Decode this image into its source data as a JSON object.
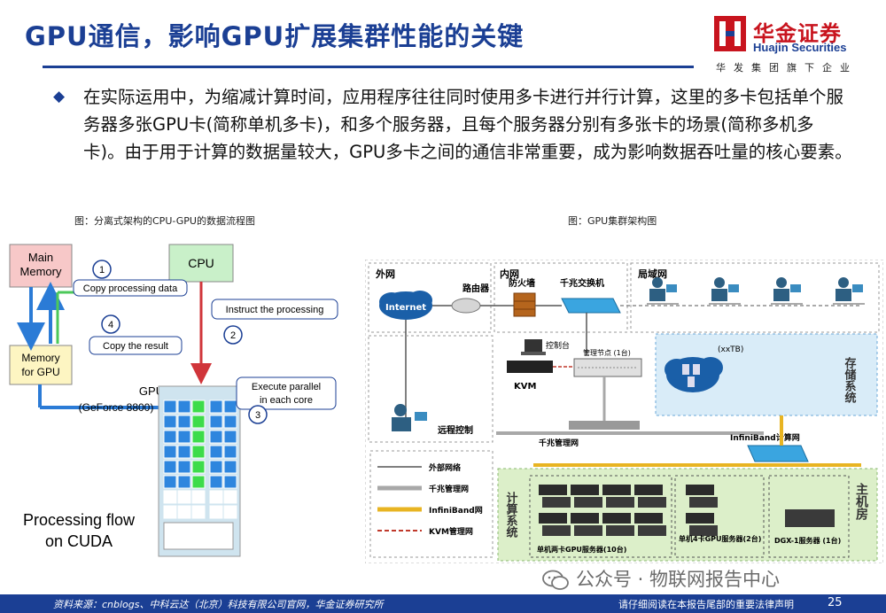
{
  "header": {
    "title": "GPU通信，影响GPU扩展集群性能的关键"
  },
  "logo": {
    "name_cn": "华金证券",
    "name_en": "Huajin Securities",
    "subtitle": "华发集团旗下企业"
  },
  "bullet": {
    "text": "在实际运用中，为缩减计算时间，应用程序往往同时使用多卡进行并行计算，这里的多卡包括单个服务器多张GPU卡(简称单机多卡)，和多个服务器，且每个服务器分别有多张卡的场景(简称多机多卡)。由于用于计算的数据量较大，GPU多卡之间的通信非常重要，成为影响数据吞吐量的核心要素。"
  },
  "figures": {
    "left": {
      "caption": "图：分离式架构的CPU-GPU的数据流程图",
      "main_memory": "Main Memory",
      "main_memory_l1": "Main",
      "main_memory_l2": "Memory",
      "cpu": "CPU",
      "gpu_memory_l1": "Memory",
      "gpu_memory_l2": "for GPU",
      "gpu_l1": "GPU",
      "gpu_l2": "(GeForce 8800)",
      "steps": [
        {
          "num": "1",
          "label": "Copy processing data"
        },
        {
          "num": "2",
          "label": "Instruct the processing"
        },
        {
          "num": "3",
          "label": "Execute parallel in each core",
          "label_l1": "Execute parallel",
          "label_l2": "in each core"
        },
        {
          "num": "4",
          "label": "Copy the result"
        }
      ],
      "flow_l1": "Processing flow",
      "flow_l2": "on CUDA"
    },
    "right": {
      "caption": "图：GPU集群架构图",
      "zones": {
        "external": "外网",
        "internal": "内网",
        "lan": "局域网",
        "storage": "存储系统",
        "compute": "计算系统",
        "main_room": "主机房"
      },
      "nodes": {
        "internet": "Internet",
        "router": "路由器",
        "firewall": "防火墙",
        "gigabit_switch": "千兆交换机",
        "console": "控制台",
        "kvm": "KVM",
        "mgmt_node": "管理节点 (1台)",
        "remote_control": "远程控制",
        "gigabit_mgmt_net": "千兆管理网",
        "infiniband_net": "InfiniBand计算网",
        "storage_cap": "(xxTB)",
        "dual_gpu_servers": "单机两卡GPU服务器(10台)",
        "quad_gpu_servers": "单机4卡GPU服务器(2台)",
        "dgx1": "DGX-1服务器 (1台)"
      },
      "legend": [
        {
          "label": "外部网络",
          "color": "#555555",
          "style": "solid-thin"
        },
        {
          "label": "千兆管理网",
          "color": "#a8a8a8",
          "style": "solid-thick"
        },
        {
          "label": "InfiniBand网",
          "color": "#e8b422",
          "style": "solid-thick"
        },
        {
          "label": "KVM管理网",
          "color": "#c0392b",
          "style": "dashed"
        }
      ]
    }
  },
  "footer": {
    "source": "资料来源：cnblogs、中科云达（北京）科技有限公司官网，华金证券研究所",
    "legal": "请仔细阅读在本报告尾部的重要法律声明",
    "page": "25"
  },
  "watermark": {
    "text": "公众号 · 物联网报告中心"
  },
  "colors": {
    "brand_blue": "#1b3f94",
    "brand_red": "#c8141e",
    "main_memory_fill": "#f7c8c8",
    "cpu_fill": "#c9f0c9",
    "gpu_mem_fill": "#fdf5c2",
    "gpu_fill": "#cfe4ef",
    "core_blue": "#2e86de",
    "core_green": "#3ddc4a"
  }
}
